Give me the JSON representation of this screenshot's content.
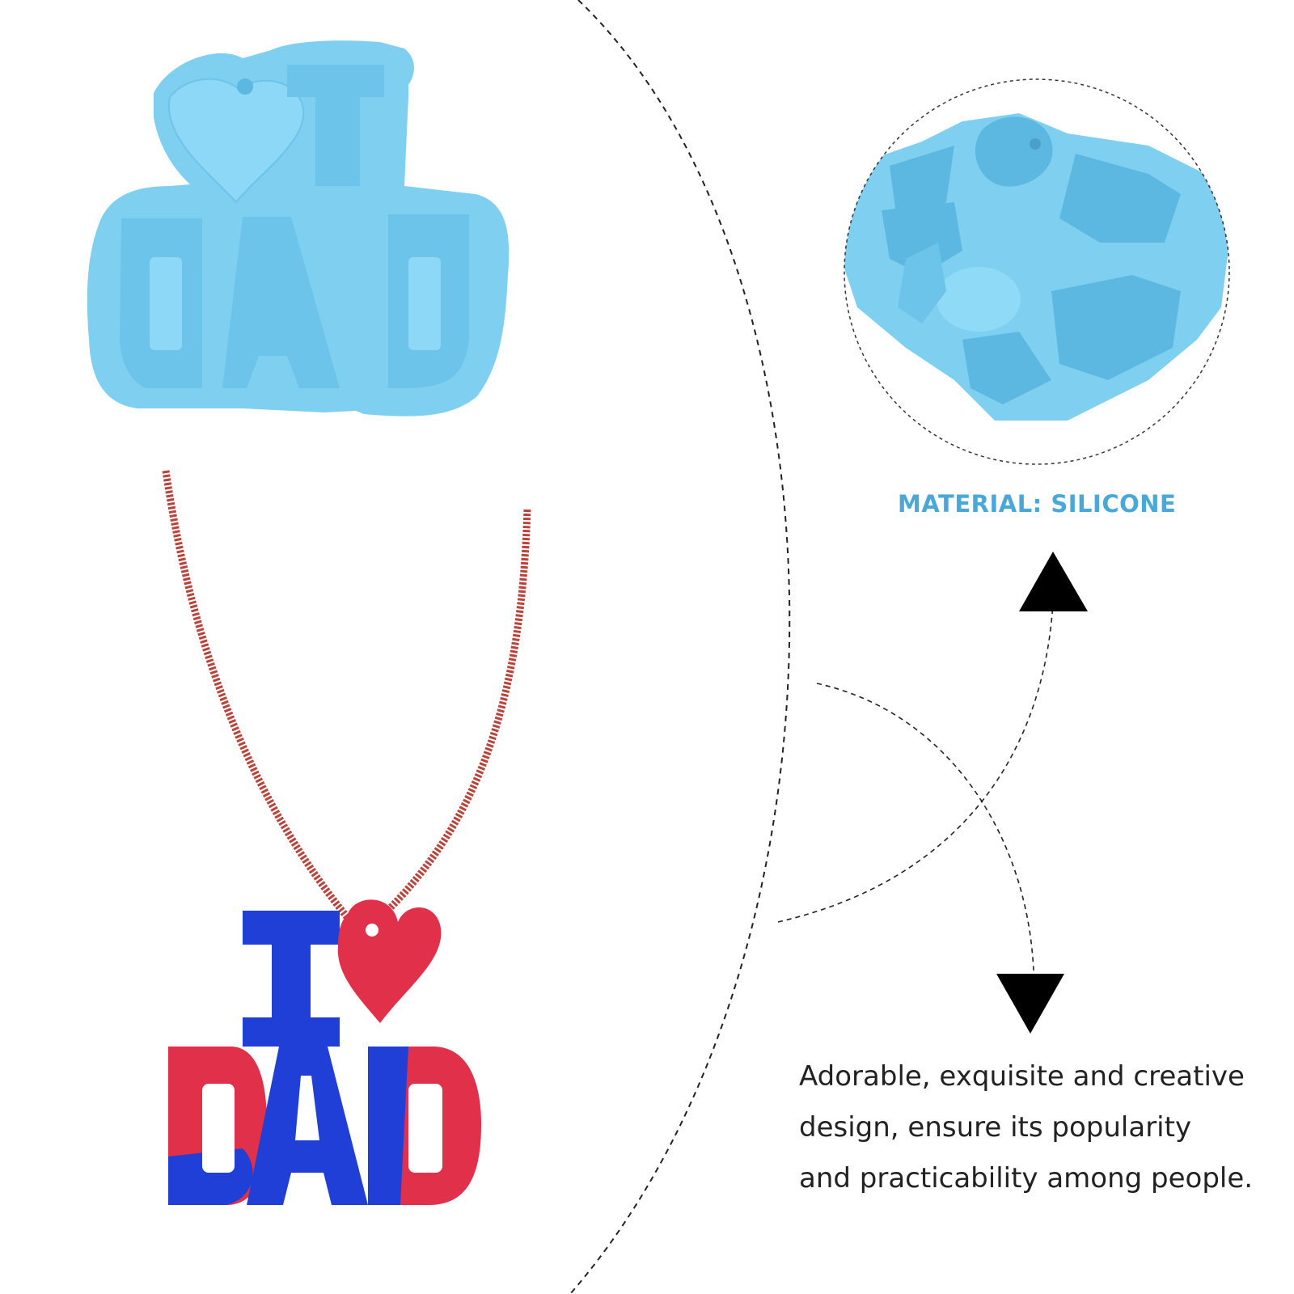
{
  "material_label": "MATERIAL: SILICONE",
  "description": {
    "line1": "Adorable, exquisite and creative",
    "line2": "design, ensure its popularity",
    "line3": "and practicability among people."
  },
  "pendant_text": {
    "top": "I",
    "bottom": "DAD"
  },
  "colors": {
    "silicone": "#7fd0f0",
    "silicone_dark": "#5cb8e0",
    "label_blue": "#4aa8d8",
    "resin_blue": "#1f3fd6",
    "resin_red": "#e0304a",
    "chain_red": "#b8443c"
  }
}
